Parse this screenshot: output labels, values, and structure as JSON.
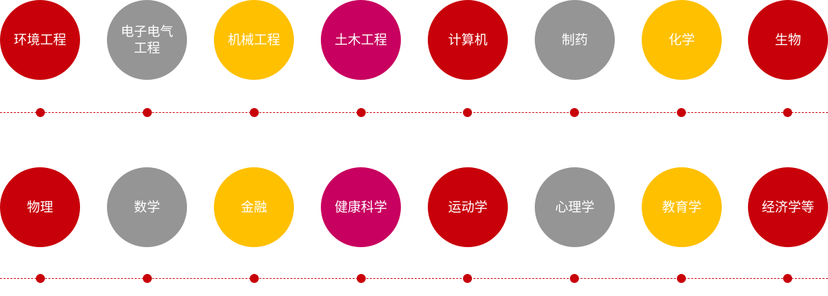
{
  "rows": [
    {
      "items": [
        {
          "label": "环境工程",
          "color": "#c8000a"
        },
        {
          "label": "电子电气工程",
          "color": "#959595"
        },
        {
          "label": "机械工程",
          "color": "#ffc000"
        },
        {
          "label": "土木工程",
          "color": "#c8005f"
        },
        {
          "label": "计算机",
          "color": "#c8000a"
        },
        {
          "label": "制药",
          "color": "#959595"
        },
        {
          "label": "化学",
          "color": "#ffc000"
        },
        {
          "label": "生物",
          "color": "#c8000a"
        }
      ]
    },
    {
      "items": [
        {
          "label": "物理",
          "color": "#c8000a"
        },
        {
          "label": "数学",
          "color": "#959595"
        },
        {
          "label": "金融",
          "color": "#ffc000"
        },
        {
          "label": "健康科学",
          "color": "#c8005f"
        },
        {
          "label": "运动学",
          "color": "#c8000a"
        },
        {
          "label": "心理学",
          "color": "#959595"
        },
        {
          "label": "教育学",
          "color": "#ffc000"
        },
        {
          "label": "经济学等",
          "color": "#c8000a"
        }
      ]
    }
  ],
  "colors": {
    "line": "#c8000a",
    "text": "#ffffff"
  }
}
